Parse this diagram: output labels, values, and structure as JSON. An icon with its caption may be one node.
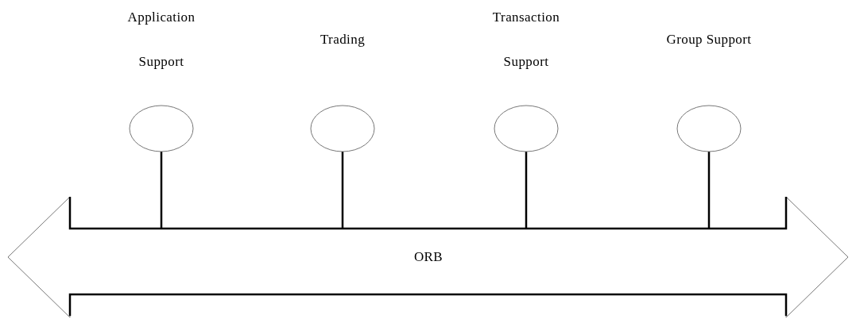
{
  "diagram": {
    "nodes": [
      {
        "text": [
          "Application Support"
        ]
      },
      {
        "text": [
          "Trading"
        ]
      },
      {
        "text": [
          "Transaction Support"
        ]
      },
      {
        "text": [
          "Group Support"
        ]
      },
      {
        "text": [
          "ORB"
        ]
      }
    ],
    "edges": [
      {
        "from": 0,
        "to": 4,
        "arrow": "none"
      },
      {
        "from": 1,
        "to": 4,
        "arrow": "none"
      },
      {
        "from": 2,
        "to": 4,
        "arrow": "none"
      },
      {
        "from": 3,
        "to": 4,
        "arrow": "none"
      }
    ]
  }
}
